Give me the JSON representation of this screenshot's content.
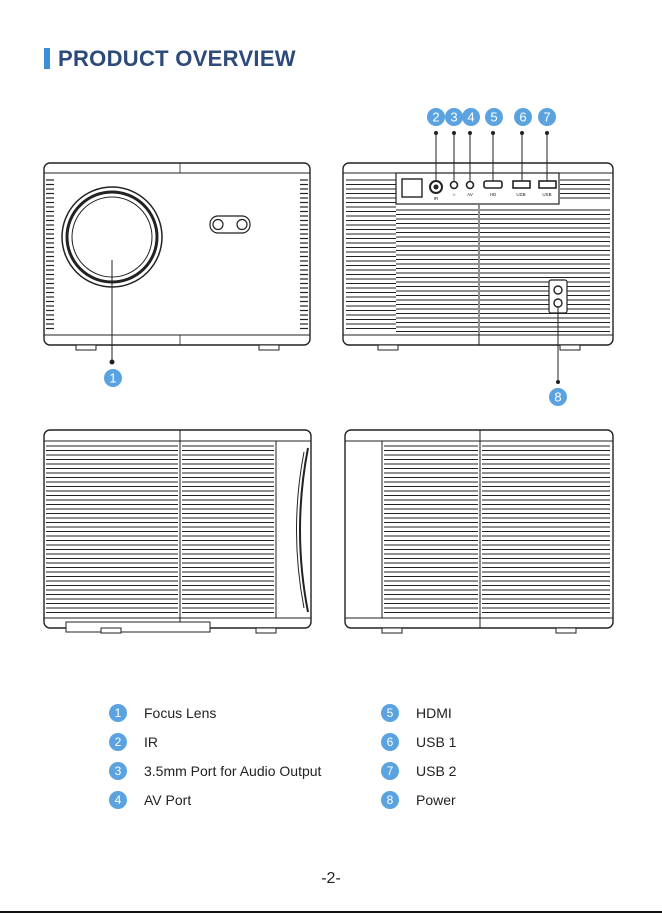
{
  "title": "PRODUCT OVERVIEW",
  "callouts": [
    "1",
    "2",
    "3",
    "4",
    "5",
    "6",
    "7",
    "8"
  ],
  "port_labels": {
    "ir": "IR",
    "audio": "∩",
    "av": "AV",
    "hdmi": "HD",
    "usb1": "USB",
    "usb2": "USB"
  },
  "legend": {
    "left": [
      {
        "num": "1",
        "label": "Focus Lens"
      },
      {
        "num": "2",
        "label": "IR"
      },
      {
        "num": "3",
        "label": "3.5mm Port for Audio Output"
      },
      {
        "num": "4",
        "label": "AV Port"
      }
    ],
    "right": [
      {
        "num": "5",
        "label": "HDMI"
      },
      {
        "num": "6",
        "label": "USB 1"
      },
      {
        "num": "7",
        "label": "USB 2"
      },
      {
        "num": "8",
        "label": "Power"
      }
    ]
  },
  "page_number": "-2-",
  "colors": {
    "accent": "#3a8fd6",
    "title": "#2c4a7a",
    "badge": "#5aa3e0"
  }
}
